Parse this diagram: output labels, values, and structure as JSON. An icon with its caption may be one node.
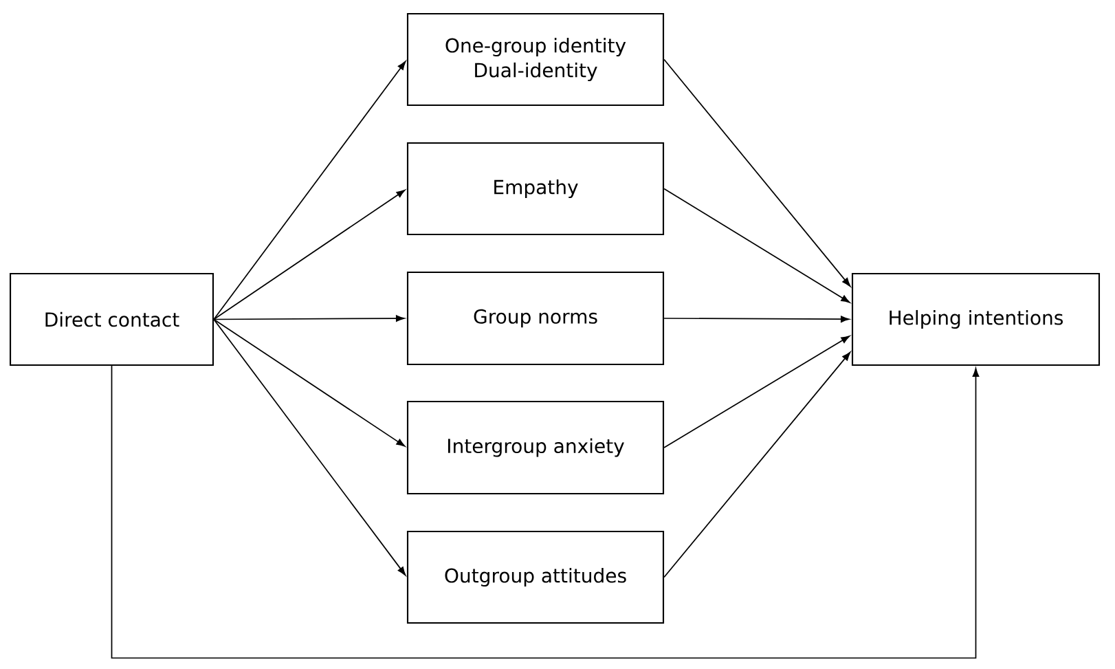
{
  "diagram": {
    "nodes": [
      {
        "text": [
          "Direct contact"
        ]
      },
      {
        "text": [
          "One-group identity",
          "Dual-identity"
        ]
      },
      {
        "text": [
          "Empathy"
        ]
      },
      {
        "text": [
          "Group norms"
        ]
      },
      {
        "text": [
          "Intergroup anxiety"
        ]
      },
      {
        "text": [
          "Outgroup attitudes"
        ]
      },
      {
        "text": [
          "Helping intentions"
        ]
      }
    ],
    "edges": [
      {
        "from": 0,
        "to": 1,
        "arrow": "to"
      },
      {
        "from": 0,
        "to": 2,
        "arrow": "to"
      },
      {
        "from": 0,
        "to": 3,
        "arrow": "to"
      },
      {
        "from": 0,
        "to": 4,
        "arrow": "to"
      },
      {
        "from": 0,
        "to": 5,
        "arrow": "to"
      },
      {
        "from": 1,
        "to": 6,
        "arrow": "to"
      },
      {
        "from": 2,
        "to": 6,
        "arrow": "to"
      },
      {
        "from": 3,
        "to": 6,
        "arrow": "to"
      },
      {
        "from": 4,
        "to": 6,
        "arrow": "to"
      },
      {
        "from": 5,
        "to": 6,
        "arrow": "to"
      },
      {
        "from": 0,
        "to": 6,
        "arrow": "to"
      }
    ]
  }
}
